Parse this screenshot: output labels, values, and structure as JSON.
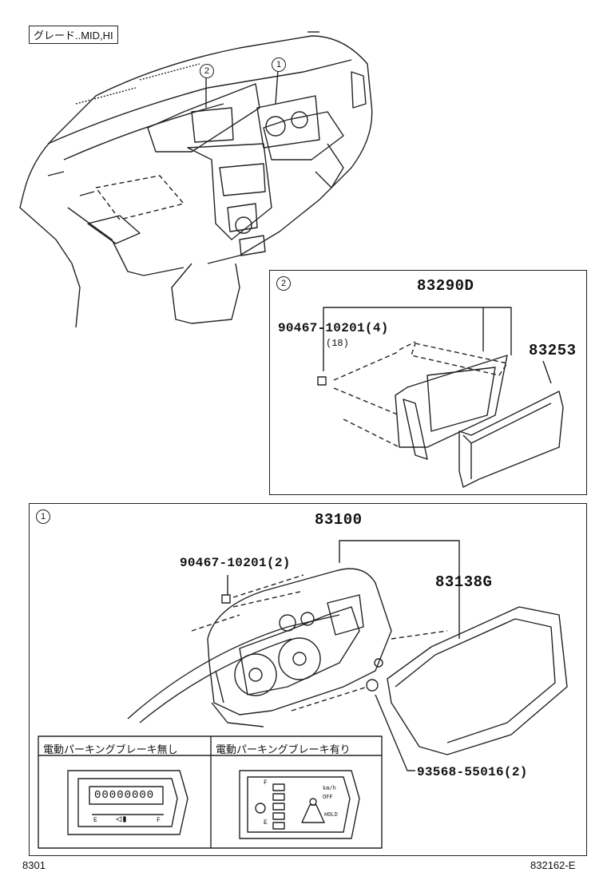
{
  "grade_label": "グレード..MID,HI",
  "callouts": {
    "one": "1",
    "two": "2"
  },
  "panel2": {
    "index": "2",
    "assembly": "83290D",
    "screw": "90467-10201(4)",
    "screw_note": "(18)",
    "cover": "83253"
  },
  "panel1": {
    "index": "1",
    "assembly": "83100",
    "screw": "90467-10201(2)",
    "glass": "83138G",
    "bulb": "93568-55016(2)"
  },
  "variant_table": {
    "col_without": "電動パーキングブレーキ無し",
    "col_with": "電動パーキングブレーキ有り",
    "odometer_digits": "00000000",
    "gauge_e": "E",
    "gauge_f": "F",
    "speed_unit": "km/h",
    "off": "OFF",
    "hold": "HOLD"
  },
  "footer": {
    "left": "8301",
    "right": "832162-E"
  }
}
